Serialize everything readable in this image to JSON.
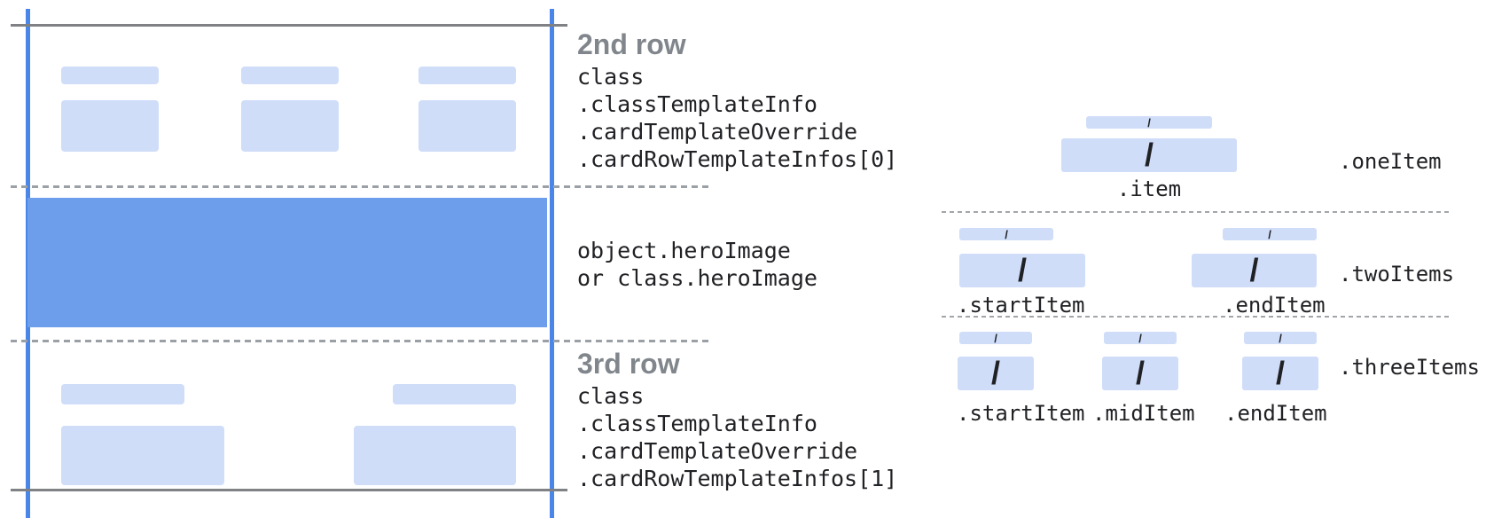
{
  "colors": {
    "edge_line_blue": "#4a86e8",
    "hero_band_blue": "#6d9eeb",
    "placeholder_blue": "#cfddf8",
    "solid_divider_gray": "#7f8184",
    "dashed_divider_gray": "#9aa0a6",
    "heading_gray": "#80868b",
    "text_dark": "#202124"
  },
  "annotations": {
    "second_row": {
      "heading": "2nd row",
      "code_lines": [
        "class",
        ".classTemplateInfo",
        ".cardTemplateOverride",
        ".cardRowTemplateInfos[0]"
      ]
    },
    "hero_image": {
      "line1": "object.heroImage",
      "line2": "or class.heroImage"
    },
    "third_row": {
      "heading": "3rd row",
      "code_lines": [
        "class",
        ".classTemplateInfo",
        ".cardTemplateOverride",
        ".cardRowTemplateInfos[1]"
      ]
    }
  },
  "items_diagram": {
    "slash": "/",
    "one_item": {
      "side_label": ".oneItem",
      "caption": ".item"
    },
    "two_items": {
      "side_label": ".twoItems",
      "captions": [
        ".startItem",
        ".endItem"
      ]
    },
    "three_items": {
      "side_label": ".threeItems",
      "captions": [
        ".startItem",
        ".midItem",
        ".endItem"
      ]
    }
  }
}
